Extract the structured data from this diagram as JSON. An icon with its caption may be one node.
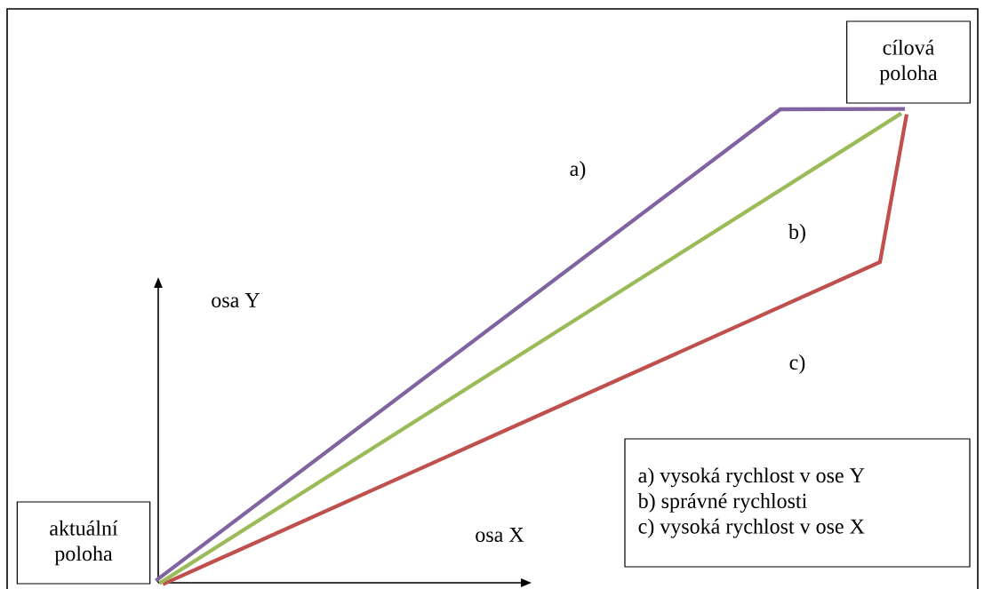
{
  "diagram": {
    "nodes": [
      {
        "text": [
          "aktuální poloha"
        ]
      },
      {
        "text": [
          "cílová poloha"
        ]
      },
      {
        "text": [
          "a) vysoká rychlost v ose Y",
          "b) správné rychlosti",
          "c) vysoká rychlost v ose X"
        ]
      }
    ],
    "edges": [
      {
        "from": 0,
        "to": 1,
        "arrow": "none",
        "color": "#8064a2"
      },
      {
        "from": 0,
        "to": 1,
        "arrow": "none",
        "color": "#9bbb59"
      },
      {
        "from": 0,
        "to": 1,
        "arrow": "none",
        "color": "#c0504d"
      }
    ],
    "labels": [
      "a)",
      "b)",
      "osa Y",
      "c)",
      "osa X"
    ]
  }
}
